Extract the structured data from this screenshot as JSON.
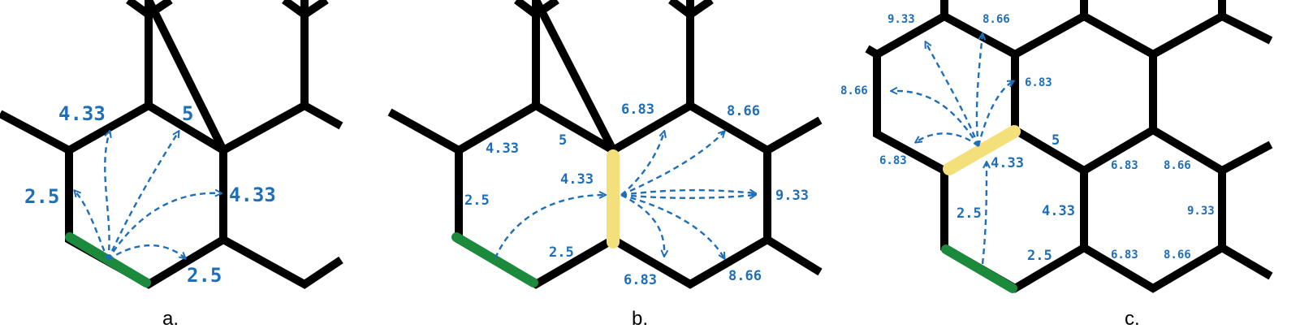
{
  "panels": [
    {
      "caption": "a.",
      "labels": [
        "4.33",
        "5",
        "2.5",
        "4.33",
        "2.5"
      ]
    },
    {
      "caption": "b.",
      "labels": [
        "4.33",
        "5",
        "6.83",
        "8.66",
        "4.33",
        "2.5",
        "9.33",
        "2.5",
        "6.83",
        "8.66"
      ]
    },
    {
      "caption": "c.",
      "labels": [
        "9.33",
        "8.66",
        "8.66",
        "6.83",
        "6.83",
        "4.33",
        "5",
        "2.5",
        "4.33",
        "6.83",
        "8.66",
        "9.33",
        "2.5",
        "6.83",
        "8.66"
      ]
    }
  ],
  "colors": {
    "grid": "#000000",
    "start_edge": "#1c8a3c",
    "selected_edge": "#f3e07a",
    "arrows": "#1f6fb8"
  }
}
